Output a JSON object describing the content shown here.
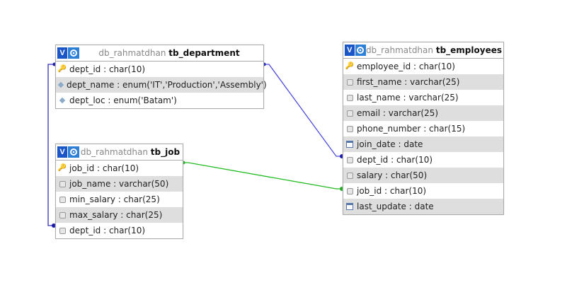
{
  "tables": {
    "department": {
      "db": "db_rahmatdhan",
      "name": "tb_department",
      "columns": [
        {
          "label": "dept_id : char(10)",
          "icon": "key-icon"
        },
        {
          "label": "dept_name : enum('IT','Production','Assembly')",
          "icon": "enum-icon"
        },
        {
          "label": "dept_loc : enum('Batam')",
          "icon": "enum-icon"
        }
      ]
    },
    "job": {
      "db": "db_rahmatdhan",
      "name": "tb_job",
      "columns": [
        {
          "label": "job_id : char(10)",
          "icon": "key-icon"
        },
        {
          "label": "job_name : varchar(50)",
          "icon": "column-icon"
        },
        {
          "label": "min_salary : char(25)",
          "icon": "column-icon"
        },
        {
          "label": "max_salary : char(25)",
          "icon": "column-icon"
        },
        {
          "label": "dept_id : char(10)",
          "icon": "column-icon"
        }
      ]
    },
    "employees": {
      "db": "db_rahmatdhan",
      "name": "tb_employees",
      "columns": [
        {
          "label": "employee_id : char(10)",
          "icon": "key-icon"
        },
        {
          "label": "first_name : varchar(25)",
          "icon": "column-icon"
        },
        {
          "label": "last_name : varchar(25)",
          "icon": "column-icon"
        },
        {
          "label": "email : varchar(25)",
          "icon": "column-icon"
        },
        {
          "label": "phone_number : char(15)",
          "icon": "column-icon"
        },
        {
          "label": "join_date : date",
          "icon": "date-icon"
        },
        {
          "label": "dept_id : char(10)",
          "icon": "column-icon"
        },
        {
          "label": "salary : char(50)",
          "icon": "column-icon"
        },
        {
          "label": "job_id : char(10)",
          "icon": "column-icon"
        },
        {
          "label": "last_update : date",
          "icon": "date-icon"
        }
      ]
    }
  },
  "header_buttons": {
    "view_label": "V",
    "settings_icon": "gear-icon"
  },
  "relations": [
    {
      "from": "tb_department.dept_id",
      "to": "tb_employees.dept_id",
      "color": "#4444cc"
    },
    {
      "from": "tb_department.dept_id",
      "to": "tb_job.dept_id",
      "color": "#3333aa"
    },
    {
      "from": "tb_job.job_id",
      "to": "tb_employees.job_id",
      "color": "#22bb22"
    }
  ]
}
